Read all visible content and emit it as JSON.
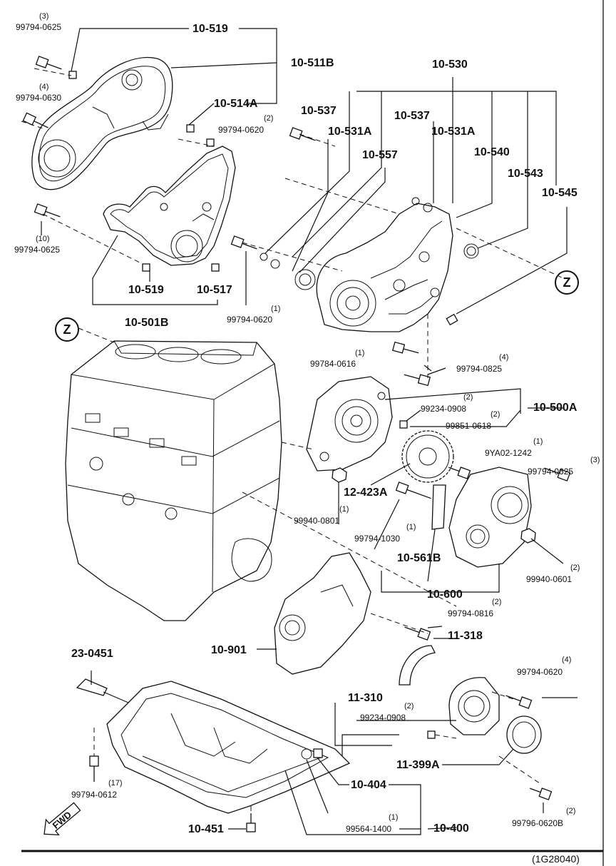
{
  "diagram_code": "(1G28040)",
  "direction_label": "FWD",
  "zoom_marker": "Z",
  "labels": {
    "p10_519_top": "10-519",
    "p10_511B": "10-511B",
    "p10_514A": "10-514A",
    "p10_530": "10-530",
    "p10_537_a": "10-537",
    "p10_531A_a": "10-531A",
    "p10_537_b": "10-537",
    "p10_531A_b": "10-531A",
    "p10_557": "10-557",
    "p10_540": "10-540",
    "p10_543": "10-543",
    "p10_545": "10-545",
    "p10_519_bot": "10-519",
    "p10_517": "10-517",
    "p10_501B": "10-501B",
    "p10_500A": "10-500A",
    "p12_423A": "12-423A",
    "p10_561B": "10-561B",
    "p10_600": "10-600",
    "p10_901": "10-901",
    "p11_318": "11-318",
    "p23_0451": "23-0451",
    "p11_310": "11-310",
    "p11_399A": "11-399A",
    "p10_404": "10-404",
    "p10_400": "10-400",
    "p10_451": "10-451"
  },
  "fasteners": {
    "f1": {
      "part": "99794-0625",
      "qty": "(3)"
    },
    "f2": {
      "part": "99794-0630",
      "qty": "(4)"
    },
    "f3": {
      "part": "99794-0620",
      "qty": "(2)"
    },
    "f4": {
      "part": "99794-0625",
      "qty": "(10)"
    },
    "f5": {
      "part": "99794-0620",
      "qty": "(1)"
    },
    "f6": {
      "part": "99784-0616",
      "qty": "(1)"
    },
    "f7": {
      "part": "99794-0825",
      "qty": "(4)"
    },
    "f8": {
      "part": "99234-0908",
      "qty": "(2)"
    },
    "f9": {
      "part": "99851-0618",
      "qty": "(2)"
    },
    "f10": {
      "part": "9YA02-1242",
      "qty": "(1)"
    },
    "f11": {
      "part": "99794-0625",
      "qty": "(3)"
    },
    "f12": {
      "part": "99940-0801",
      "qty": "(1)"
    },
    "f13": {
      "part": "99794-1030",
      "qty": "(1)"
    },
    "f14": {
      "part": "99940-0601",
      "qty": "(2)"
    },
    "f15": {
      "part": "99794-0816",
      "qty": "(2)"
    },
    "f16": {
      "part": "99794-0620",
      "qty": "(4)"
    },
    "f17": {
      "part": "99234-0908",
      "qty": "(2)"
    },
    "f18": {
      "part": "99794-0612",
      "qty": "(17)"
    },
    "f19": {
      "part": "99564-1400",
      "qty": "(1)"
    },
    "f20": {
      "part": "99796-0620B",
      "qty": "(2)"
    }
  }
}
